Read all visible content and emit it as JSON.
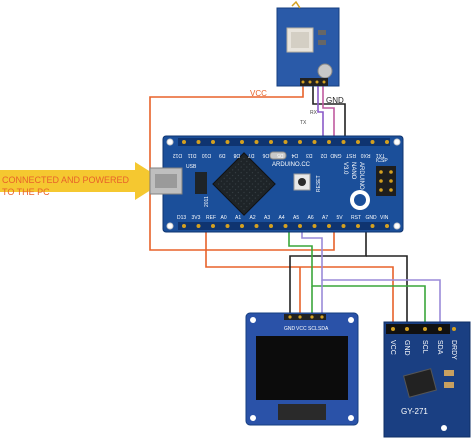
{
  "annotations": {
    "vcc_label": "VCC",
    "gnd_label": "GND",
    "tx_label": "TX",
    "rx_label": "RX",
    "usb_note_line1": "CONNECTED AND POWERED",
    "usb_note_line2": "TO THE PC"
  },
  "arduino": {
    "brand": "ARDUINO.CC",
    "model_line1": "ARDUINO",
    "model_line2": "NANO",
    "model_line3": "V3.0",
    "reset_label": "RESET",
    "icsp_label": "ICSP",
    "chip_label": "2011",
    "usb_label": "USB",
    "top_pins": [
      "D12",
      "D11",
      "D10",
      "D9",
      "D8",
      "D7",
      "D6",
      "D5",
      "D4",
      "D3",
      "D2",
      "GND",
      "RST",
      "RX0",
      "TX1"
    ],
    "bottom_pins": [
      "D13",
      "3V3",
      "REF",
      "A0",
      "A1",
      "A2",
      "A3",
      "A4",
      "A5",
      "A6",
      "A7",
      "5V",
      "RST",
      "GND",
      "VIN"
    ]
  },
  "oled": {
    "pins": [
      "GND",
      "VCC",
      "SCL",
      "SDA"
    ]
  },
  "compass": {
    "pins": [
      "VCC",
      "GND",
      "SCL",
      "SDA",
      "DRDY"
    ],
    "model": "GY-271"
  },
  "colors": {
    "vcc_wire": "#e8622a",
    "gnd_wire": "#222222",
    "tx_wire": "#8a5ac8",
    "rx_wire": "#c05aa0",
    "scl_wire": "#3aa63a",
    "sda_wire": "#9a8ad8",
    "board_blue": "#1b4f9a",
    "usb_arrow": "#f4c21a"
  }
}
